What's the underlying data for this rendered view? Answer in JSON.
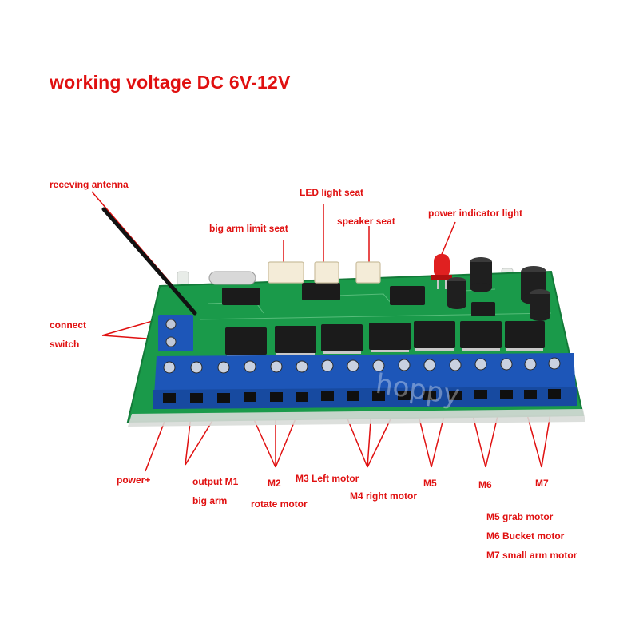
{
  "headline": "working voltage DC 6V-12V",
  "watermark": "hoppy",
  "labels": {
    "receiving_antenna": "receving antenna",
    "led_light_seat": "LED light seat",
    "big_arm_limit_seat": "big arm limit seat",
    "speaker_seat": "speaker seat",
    "power_indicator_light": "power indicator light",
    "connect_switch_line1": "connect",
    "connect_switch_line2": "switch",
    "power": "power+",
    "output_m1_line1": "output M1",
    "output_m1_line2": "big arm",
    "m2": "M2",
    "m2_desc": "rotate motor",
    "m3": "M3 Left motor",
    "m4": "M4 right motor",
    "m5": "M5",
    "m6": "M6",
    "m7": "M7",
    "m5_desc": "M5 grab motor",
    "m6_desc": "M6 Bucket motor",
    "m7_desc": "M7 small arm motor"
  },
  "colors": {
    "annotation": "#e01010",
    "pcb": "#1a9a4a",
    "terminal": "#1d56b8",
    "chip": "#1b1b1b",
    "led": "#e02020"
  }
}
